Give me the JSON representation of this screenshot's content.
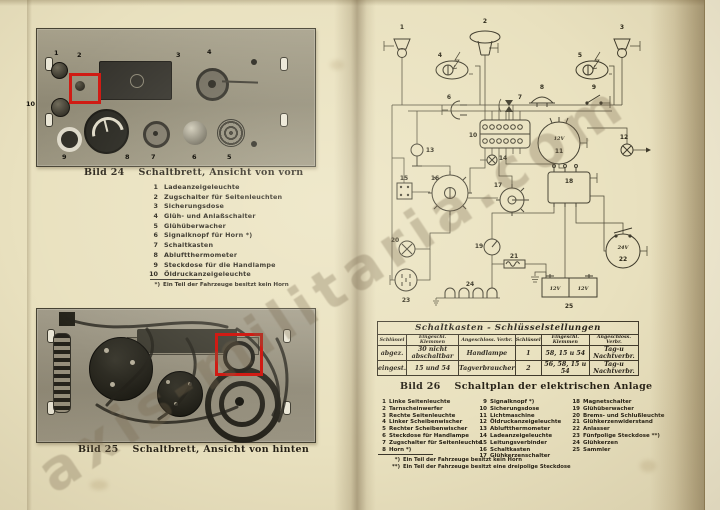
{
  "watermark": {
    "text": "axis-militaria.com"
  },
  "left_page": {
    "fig24": {
      "caption_label": "Bild 24",
      "caption_title": "Schaltbrett, Ansicht von vorn",
      "legend": [
        {
          "n": "1",
          "t": "Ladeanzeigeleuchte"
        },
        {
          "n": "2",
          "t": "Zugschalter für Seitenleuchten"
        },
        {
          "n": "3",
          "t": "Sicherungsdose"
        },
        {
          "n": "4",
          "t": "Glüh- und Anlaßschalter"
        },
        {
          "n": "5",
          "t": "Glühüberwacher"
        },
        {
          "n": "6",
          "t": "Signalknopf für Horn *)"
        },
        {
          "n": "7",
          "t": "Schaltkasten"
        },
        {
          "n": "8",
          "t": "Abluftthermometer"
        },
        {
          "n": "9",
          "t": "Steckdose für die Handlampe"
        },
        {
          "n": "10",
          "t": "Öldruckanzeigeleuchte"
        }
      ],
      "footnote": {
        "m": "*)",
        "t": "Ein Teil der Fahrzeuge besitzt kein Horn"
      }
    },
    "fig25": {
      "caption_label": "Bild 25",
      "caption_title": "Schaltbrett, Ansicht von hinten"
    }
  },
  "right_page": {
    "table": {
      "title": "Schaltkasten - Schlüsselstellungen",
      "headers": [
        "Schlüssel",
        "Eingeschl. Klemmen",
        "Angeschloss. Verbr.",
        "Schlüssel",
        "Eingeschl. Klemmen",
        "Angeschloss. Verbr."
      ],
      "rows": [
        [
          "abgez.",
          "30 nicht abschaltbar",
          "Handlampe",
          "1",
          "58, 15 u 54",
          "Tag-u Nachtverbr."
        ],
        [
          "eingest.",
          "15 und 54",
          "Tagverbraucher",
          "2",
          "56, 58, 15 u 54",
          "Tag-u Nachtverbr."
        ]
      ]
    },
    "fig26": {
      "caption_label": "Bild 26",
      "caption_title": "Schaltplan der elektrischen Anlage",
      "legend_col1": [
        {
          "n": "1",
          "t": "Linke Seitenleuchte"
        },
        {
          "n": "2",
          "t": "Tarnscheinwerfer"
        },
        {
          "n": "3",
          "t": "Rechte Seitenleuchte"
        },
        {
          "n": "4",
          "t": "Linker Scheibenwischer"
        },
        {
          "n": "5",
          "t": "Rechter Scheibenwischer"
        },
        {
          "n": "6",
          "t": "Steckdose für Handlampe"
        },
        {
          "n": "7",
          "t": "Zugschalter für Seitenleuchte"
        },
        {
          "n": "8",
          "t": "Horn *)"
        }
      ],
      "legend_col2": [
        {
          "n": "9",
          "t": "Signalknopf *)"
        },
        {
          "n": "10",
          "t": "Sicherungsdose"
        },
        {
          "n": "11",
          "t": "Lichtmaschine"
        },
        {
          "n": "12",
          "t": "Öldruckanzeigeleuchte"
        },
        {
          "n": "13",
          "t": "Abluftthermometer"
        },
        {
          "n": "14",
          "t": "Ladeanzeigeleuchte"
        },
        {
          "n": "15",
          "t": "Leitungsverbinder"
        },
        {
          "n": "16",
          "t": "Schaltkasten"
        },
        {
          "n": "17",
          "t": "Glühkerzenschalter"
        }
      ],
      "legend_col3": [
        {
          "n": "18",
          "t": "Magnetschalter"
        },
        {
          "n": "19",
          "t": "Glühüberwacher"
        },
        {
          "n": "20",
          "t": "Brems- und Schlußleuchte"
        },
        {
          "n": "21",
          "t": "Glühkerzenwiderstand"
        },
        {
          "n": "22",
          "t": "Anlasser"
        },
        {
          "n": "23",
          "t": "Fünfpolige Steckdose **)"
        },
        {
          "n": "24",
          "t": "Glühkerzen"
        },
        {
          "n": "25",
          "t": "Sammler"
        }
      ],
      "footnotes": [
        {
          "m": "*)",
          "t": "Ein Teil der Fahrzeuge besitzt kein Horn"
        },
        {
          "m": "**)",
          "t": "Ein Teil der Fahrzeuge besitzt eine dreipolige Steckdose"
        }
      ]
    },
    "diagram": {
      "n1": "1",
      "n2": "2",
      "n3": "3",
      "n4": "4",
      "n5": "5",
      "n6": "6",
      "n7": "7",
      "n8": "8",
      "n9": "9",
      "n10": "10",
      "n11": "11",
      "n12": "12",
      "n13": "13",
      "n14": "14",
      "n15": "15",
      "n16": "16",
      "n17": "17",
      "n18": "18",
      "n19": "19",
      "n20": "20",
      "n21": "21",
      "n22": "22",
      "n23": "23",
      "n24": "24",
      "n25": "25",
      "generator_voltage": "12V",
      "starter_voltage": "24V",
      "battery_cell_left": "12V",
      "battery_cell_right": "12V"
    }
  }
}
